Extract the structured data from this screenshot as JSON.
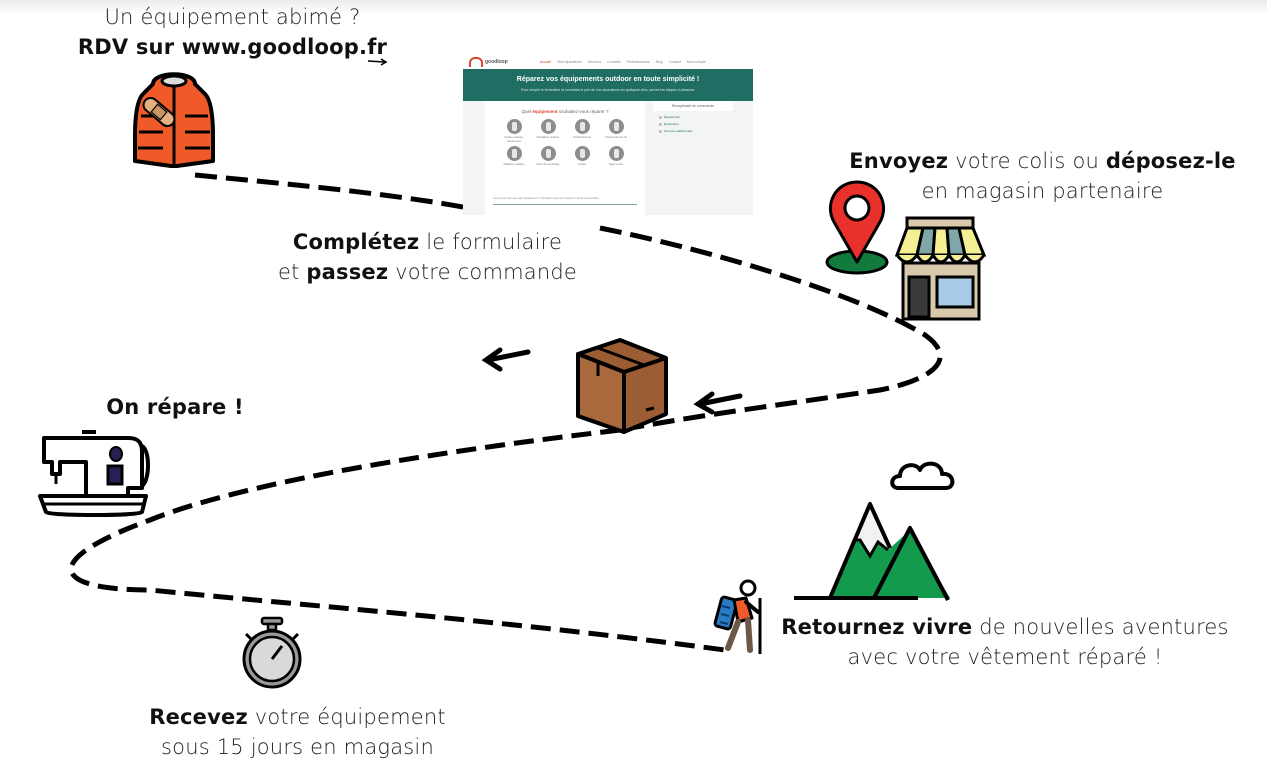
{
  "steps": [
    {
      "id": "visit-site",
      "lines": [
        [
          {
            "text": "Un équipement abimé ?",
            "bold": false
          }
        ],
        [
          {
            "text": "RDV sur www.goodloop.fr",
            "bold": true
          }
        ]
      ],
      "icon": "damaged-jacket-icon"
    },
    {
      "id": "complete-form",
      "lines": [
        [
          {
            "text": "Complétez",
            "bold": true
          },
          {
            "text": " le formulaire",
            "bold": false
          }
        ],
        [
          {
            "text": "et ",
            "bold": false
          },
          {
            "text": "passez",
            "bold": true
          },
          {
            "text": " votre commande",
            "bold": false
          }
        ]
      ],
      "icon": "website-screenshot"
    },
    {
      "id": "send-parcel",
      "lines": [
        [
          {
            "text": "Envoyez",
            "bold": true
          },
          {
            "text": " votre colis ou ",
            "bold": false
          },
          {
            "text": "déposez-le",
            "bold": true
          }
        ],
        [
          {
            "text": "en magasin partenaire",
            "bold": false
          }
        ]
      ],
      "icon": "map-pin-and-shop-icon"
    },
    {
      "id": "repair",
      "lines": [
        [
          {
            "text": "On répare !",
            "bold": true
          }
        ]
      ],
      "icon": "sewing-machine-icon"
    },
    {
      "id": "receive",
      "lines": [
        [
          {
            "text": "Recevez",
            "bold": true
          },
          {
            "text": " votre équipement",
            "bold": false
          }
        ],
        [
          {
            "text": "sous 15 jours en magasin",
            "bold": false
          }
        ]
      ],
      "icon": "stopwatch-icon"
    },
    {
      "id": "adventure",
      "lines": [
        [
          {
            "text": "Retournez vivre",
            "bold": true
          },
          {
            "text": " de nouvelles aventures",
            "bold": false
          }
        ],
        [
          {
            "text": "avec votre vêtement réparé !",
            "bold": false
          }
        ]
      ],
      "icon": "mountains-hiker-icon"
    }
  ],
  "website": {
    "brand": "goodloop",
    "nav": [
      "Accueil",
      "Nos réparations",
      "Services",
      "Conseils",
      "Professionnels",
      "Blog",
      "Contact",
      "Mon compte"
    ],
    "hero_title": "Réparez vos équipements outdoor en toute simplicité !",
    "hero_subtitle": "Pour remplir le formulaire et connaître le prix de vos réparations en quelques clics, suivez les étapes ci-dessous.",
    "question_prefix": "Quel ",
    "question_highlight": "équipement",
    "question_suffix": " souhaitez-vous réparer ?",
    "categories": [
      "Vestes outdoor, doudounes",
      "Pantalons outdoor",
      "Combinaisons",
      "Vêtements de ski",
      "Maillots, polaires",
      "Sacs de couchage",
      "Tentes",
      "Sacs à dos"
    ],
    "note": "Vous ne trouvez pas votre équipement ? Contactez-nous pour obtenir un devis personnalisé.",
    "sidebar_title": "Récapitulatif de commande",
    "sidebar_items": [
      "Équipement",
      "Réparation",
      "Services additionnels"
    ]
  },
  "colors": {
    "jacket": "#f05a28",
    "brand_teal": "#1f6d63",
    "pin_red": "#e8312a",
    "pin_base": "#137a3e",
    "box_brown": "#9b5d34",
    "mountain_green": "#139a4d"
  }
}
